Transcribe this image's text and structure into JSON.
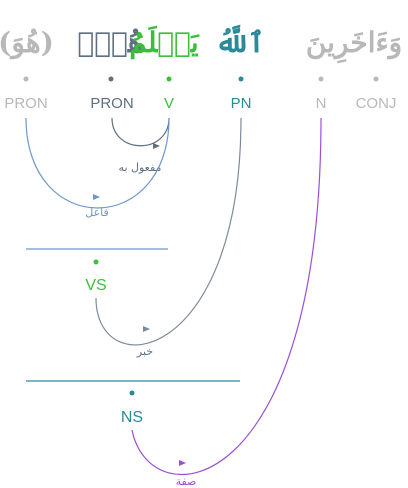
{
  "colors": {
    "gray": "#b8b8b8",
    "slate": "#5e6f80",
    "green": "#3bbf3b",
    "teal": "#2a8a9a",
    "blue": "#6d97cc",
    "purple": "#9b4fd6",
    "link_slate": "#7b8b9b"
  },
  "words": [
    {
      "text": "(هُوَ)",
      "tag": "PRON",
      "color": "gray"
    },
    {
      "text": "هُمُۚ",
      "tag": "PRON",
      "color": "slate"
    },
    {
      "text": "يَعۡلَمُ",
      "tag": "V",
      "color": "green"
    },
    {
      "text": "ٱللَّهُ",
      "tag": "PN",
      "color": "teal"
    },
    {
      "text": "وَءَاخَرِينَ",
      "tag": "N",
      "color": "gray"
    },
    {
      "text": "",
      "tag": "CONJ",
      "color": "gray"
    }
  ],
  "relations": [
    {
      "label": "مفعول به",
      "color": "slate"
    },
    {
      "label": "فاعل",
      "color": "blue"
    },
    {
      "label": "خبر",
      "color": "link_slate"
    },
    {
      "label": "صفة",
      "color": "purple"
    }
  ],
  "phrases": [
    {
      "tag": "VS",
      "color": "green"
    },
    {
      "tag": "NS",
      "color": "teal"
    }
  ]
}
